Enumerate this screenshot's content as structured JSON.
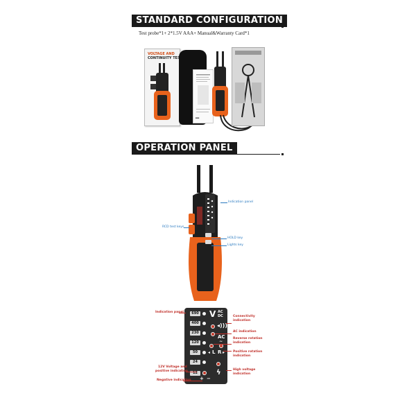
{
  "sections": {
    "standard_configuration": {
      "title": "STANDARD CONFIGURATION",
      "contents": "Test probe*1+  2*1.5V AAA+  Manual&Warranty  Card*1",
      "box_title_line1": "VOLTAGE AND",
      "box_title_line2": "CONTINUITY TESTER"
    },
    "operation_panel": {
      "title": "OPERATION PANEL"
    }
  },
  "tester_callouts": {
    "indication_panel": "Indication panel",
    "rcd_test_keys": "RCD test keys",
    "hold_key": "HOLD key",
    "lights_key": "Lights key"
  },
  "panel_callouts": {
    "indication_panel": "Indication panel",
    "connectivity_line1": "Connectivity",
    "connectivity_line2": "indication",
    "ac_indication": "AC indication",
    "reverse_line1": "Reverse rotation",
    "reverse_line2": "indication",
    "positive_line1": "Positive rotation",
    "positive_line2": "indication",
    "twelve_v_line1": "12V Voltage and",
    "twelve_v_line2": "positive indication",
    "high_voltage_line1": "High voltage",
    "high_voltage_line2": "indication",
    "negative_indication": "Negative indication"
  },
  "panel": {
    "voltages": [
      "690",
      "400",
      "230",
      "120",
      "50",
      "24",
      "12"
    ],
    "v_symbol": "V",
    "ac_dc_top": "AC",
    "ac_dc_bottom": "DC",
    "ac_symbol": "AC",
    "l_symbol": "L",
    "r_symbol": "R",
    "plus_symbol": "+",
    "minus_symbol": "−",
    "bolt_symbol": "ϟ"
  },
  "colors": {
    "accent_orange": "#e8621c",
    "label_red": "#c0302a",
    "label_blue": "#2a7ac0",
    "header_black": "#1a1a1a"
  }
}
